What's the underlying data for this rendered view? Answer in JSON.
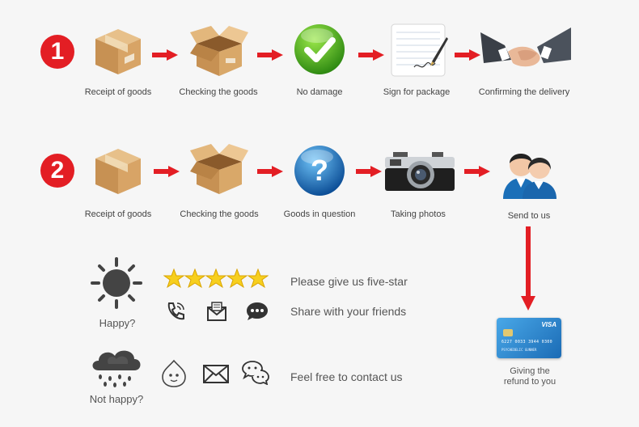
{
  "row1": {
    "number": "1",
    "steps": [
      {
        "label": "Receipt of goods",
        "icon": "closed-box-icon"
      },
      {
        "label": "Checking the goods",
        "icon": "open-box-icon"
      },
      {
        "label": "No damage",
        "icon": "green-check-icon"
      },
      {
        "label": "Sign for package",
        "icon": "signature-paper-icon"
      },
      {
        "label": "Confirming the delivery",
        "icon": "handshake-icon"
      }
    ]
  },
  "row2": {
    "number": "2",
    "steps": [
      {
        "label": "Receipt of goods",
        "icon": "closed-box-icon"
      },
      {
        "label": "Checking the goods",
        "icon": "open-box-icon"
      },
      {
        "label": "Goods in question",
        "icon": "question-mark-icon"
      },
      {
        "label": "Taking photos",
        "icon": "camera-icon"
      },
      {
        "label": "Send to us",
        "icon": "support-people-icon"
      }
    ]
  },
  "happy": {
    "label": "Happy?",
    "lines": [
      "Please give us five-star",
      "Share with your friends"
    ]
  },
  "unhappy": {
    "label": "Not happy?",
    "line": "Feel free to contact us"
  },
  "refund": {
    "line1": "Giving the",
    "line2": "refund to you",
    "card": {
      "brand": "VISA",
      "number": "6227 0033 3944 0300",
      "holder": "PSYCHEDELIC GUNNER"
    }
  },
  "colors": {
    "accent_red": "#e31e24",
    "card_blue": "#1e7fc4"
  }
}
